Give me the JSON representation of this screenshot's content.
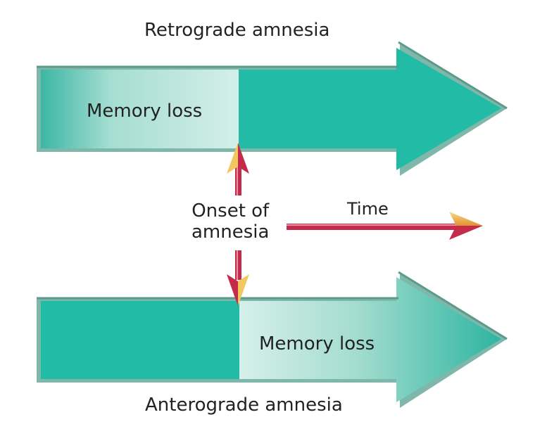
{
  "diagram": {
    "retrograde": {
      "title": "Retrograde amnesia",
      "memory_loss_label": "Memory loss"
    },
    "anterograde": {
      "title": "Anterograde amnesia",
      "memory_loss_label": "Memory loss"
    },
    "onset": {
      "line1": "Onset of",
      "line2": "amnesia"
    },
    "time_label": "Time"
  },
  "colors": {
    "teal": "#22bba6",
    "teal_light": "#d4efe9",
    "teal_dark": "#5b9a8c",
    "arrow_red": "#c42b4b",
    "arrow_yellow": "#f2c75e",
    "text": "#222222"
  }
}
